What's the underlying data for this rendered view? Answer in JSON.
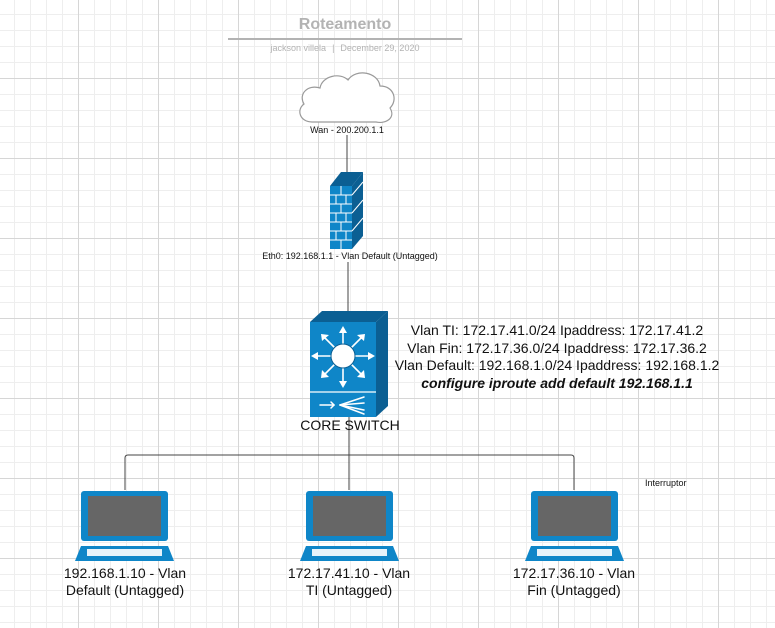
{
  "title": "Roteamento",
  "author": "jackson villela",
  "date": "December 29, 2020",
  "wan_label": "Wan - 200.200.1.1",
  "eth0_label": "Eth0: 192.168.1.1 - Vlan Default (Untagged)",
  "switch_label": "CORE SWITCH",
  "vlan_info": {
    "line1": "Vlan TI: 172.17.41.0/24 Ipaddress: 172.17.41.2",
    "line2": "Vlan Fin: 172.17.36.0/24 Ipaddress: 172.17.36.2",
    "line3": "Vlan Default: 192.168.1.0/24 Ipaddress: 192.168.1.2",
    "command": "configure iproute add default 192.168.1.1"
  },
  "interruptor_label": "Interruptor",
  "hosts": [
    {
      "line1": "192.168.1.10 - Vlan",
      "line2": "Default (Untagged)"
    },
    {
      "line1": "172.17.41.10 - Vlan",
      "line2": "TI (Untagged)"
    },
    {
      "line1": "172.17.36.10 - Vlan",
      "line2": "Fin (Untagged)"
    }
  ],
  "colors": {
    "device_blue": "#0f86c8",
    "device_dark": "#0b5f93",
    "line": "#444444"
  },
  "icons": {
    "cloud": "cloud-icon",
    "firewall": "firewall-icon",
    "switch": "layer3-switch-icon",
    "laptop": "laptop-icon"
  }
}
